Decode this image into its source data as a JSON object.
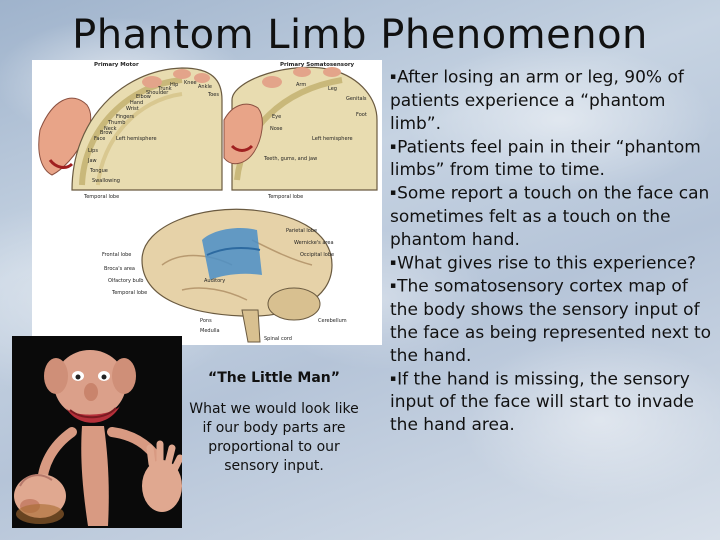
{
  "slide": {
    "title": "Phantom Limb Phenomenon",
    "bullet_marker": "▪",
    "bullets": [
      "After losing an arm or leg, 90% of patients experience a “phantom limb”.",
      "Patients feel pain in their “phantom limbs” from time to time.",
      "Some report a touch on the face can sometimes felt as a touch on the phantom hand.",
      "What gives rise to this experience?",
      "The somatosensory cortex map of the body shows the sensory input of the face as being represented next to the hand.",
      "If the hand is missing, the sensory input of the face will start to invade the hand area."
    ]
  },
  "figure": {
    "labels": {
      "primary_motor": "Primary Motor",
      "primary_somatosensory": "Primary Somatosensory",
      "left_hemisphere_a": "Left hemisphere",
      "left_hemisphere_b": "Left hemisphere",
      "temporal_lobe_a": "Temporal lobe",
      "temporal_lobe_b": "Temporal lobe",
      "parietal_lobe": "Parietal lobe",
      "wernickes_area": "Wernicke's area",
      "occipital_lobe": "Occipital lobe",
      "cerebellum": "Cerebellum",
      "spinal_cord": "Spinal cord",
      "frontal_lobe": "Frontal lobe",
      "brocas_area": "Broca's area",
      "olfactory_bulb": "Olfactory bulb",
      "temporal_lobe_c": "Temporal lobe",
      "pons": "Pons",
      "medulla": "Medulla",
      "auditory": "Auditory",
      "hand": "Hand",
      "face": "Face",
      "lips": "Lips",
      "jaw": "Jaw",
      "tongue": "Tongue",
      "swallowing": "Swallowing",
      "teeth_gums_jaw": "Teeth, gums, and jaw",
      "genitals": "Genitals",
      "toes": "Toes",
      "ankle": "Ankle",
      "knee": "Knee",
      "hip": "Hip",
      "trunk": "Trunk",
      "shoulder": "Shoulder",
      "elbow": "Elbow",
      "wrist": "Wrist",
      "fingers": "Fingers",
      "thumb": "Thumb",
      "neck": "Neck",
      "brow": "Brow",
      "eye": "Eye",
      "nose": "Nose",
      "leg": "Leg",
      "arm": "Arm",
      "foot": "Foot"
    }
  },
  "caption": {
    "title": "“The Little Man”",
    "text": "What we would look like if our body parts are proportional to our sensory input."
  },
  "colors": {
    "text": "#111111",
    "brain_fill": "#e8dcb0",
    "cortex_strip": "#4a8fc8",
    "skin": "#e3a48a"
  }
}
